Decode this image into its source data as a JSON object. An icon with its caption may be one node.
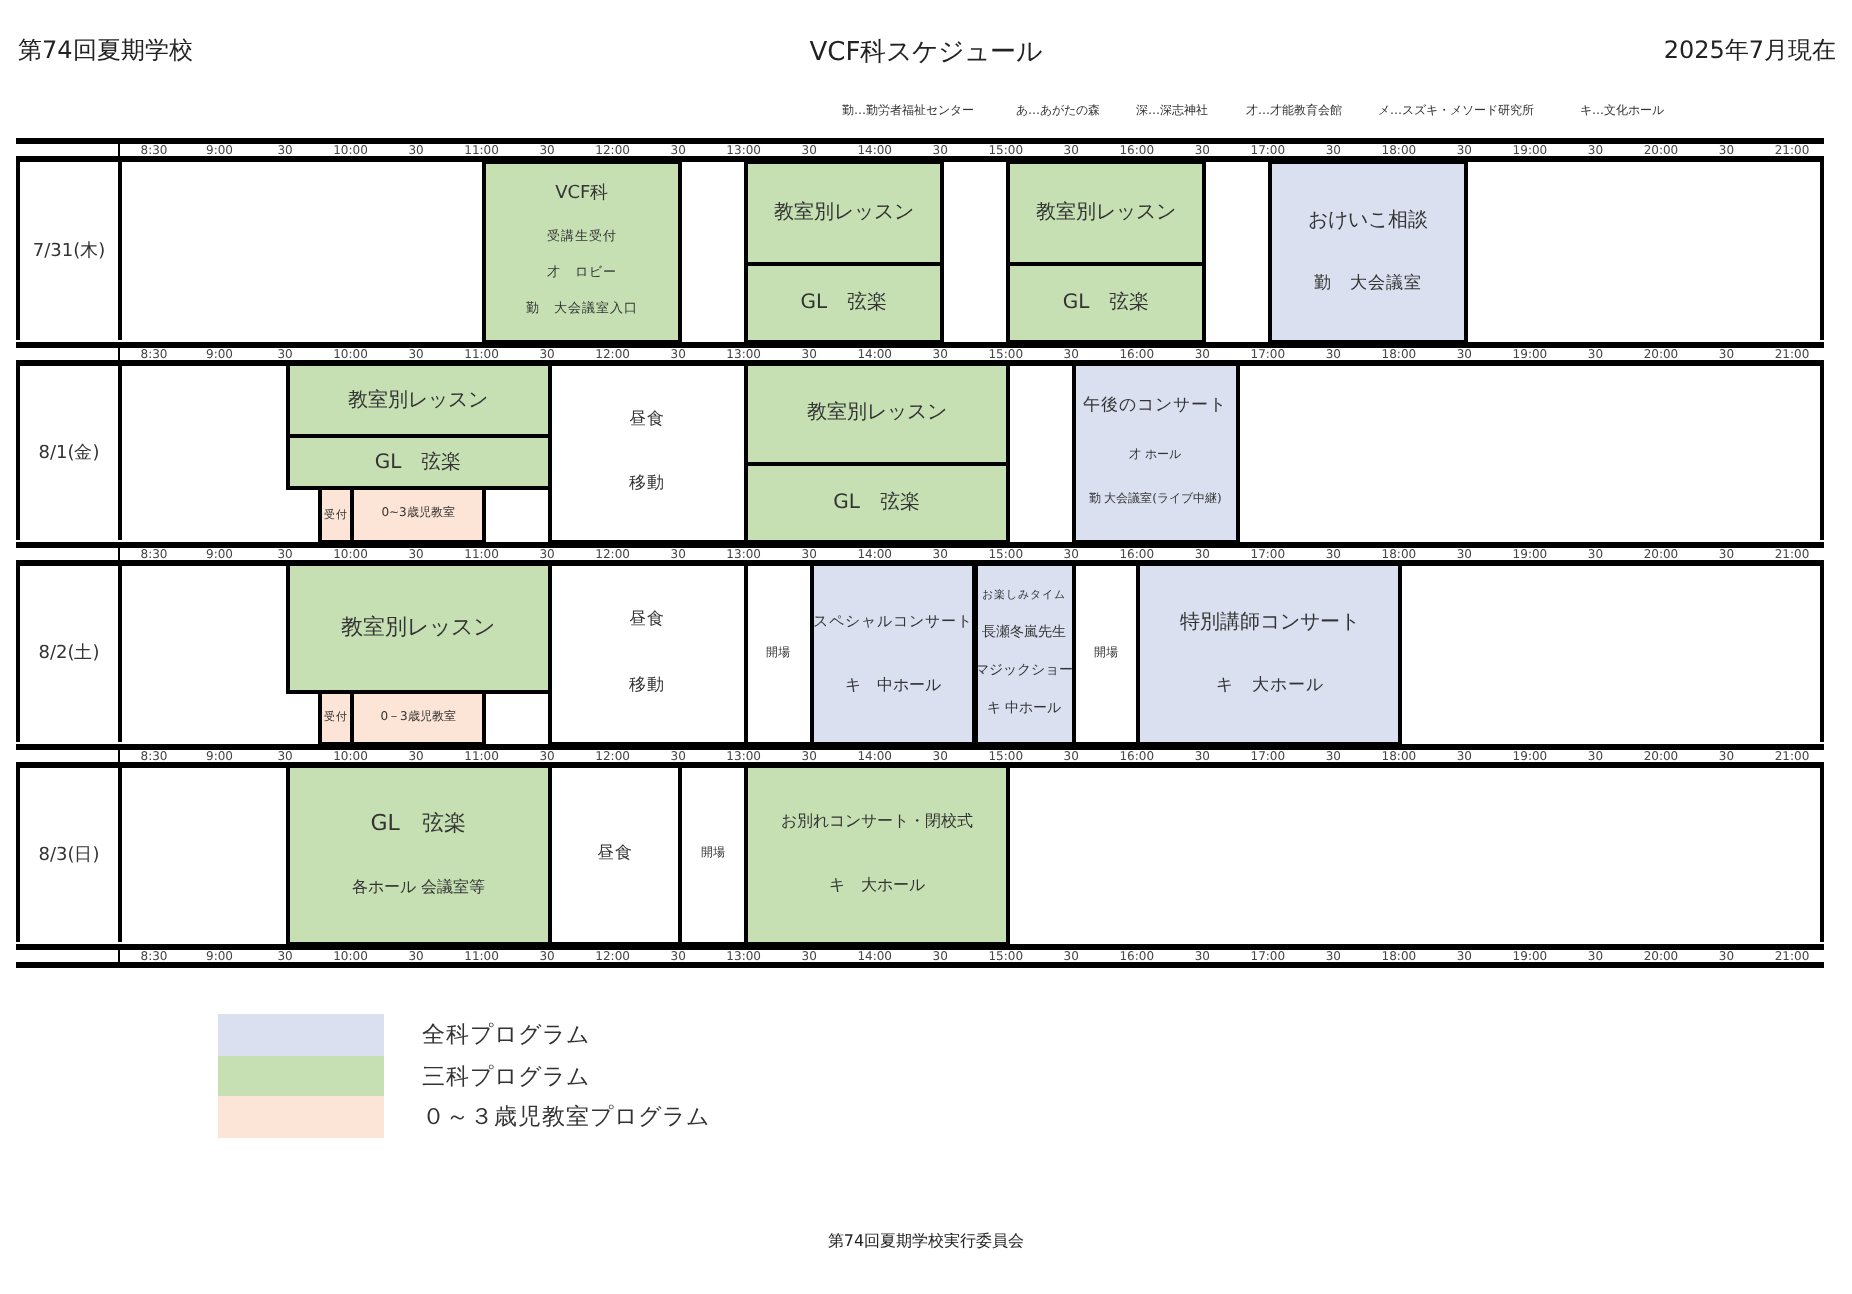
{
  "diagram": {
    "title": "VCF科スケジュール",
    "nodes": [
      {
        "text": [
          "VCF科",
          "受講生受付",
          "才　ロビー",
          "勤　大会議室入口"
        ]
      },
      {
        "text": [
          "教室別レッスン"
        ]
      },
      {
        "text": [
          "GL　弦楽"
        ]
      },
      {
        "text": [
          "教室別レッスン"
        ]
      },
      {
        "text": [
          "GL　弦楽"
        ]
      },
      {
        "text": [
          "おけいこ相談",
          "勤　大会議室"
        ]
      },
      {
        "text": [
          "教室別レッスン"
        ]
      },
      {
        "text": [
          "GL　弦楽"
        ]
      },
      {
        "text": [
          "受付"
        ]
      },
      {
        "text": [
          "0~3歳児教室"
        ]
      },
      {
        "text": [
          "昼食",
          "移動"
        ]
      },
      {
        "text": [
          "教室別レッスン"
        ]
      },
      {
        "text": [
          "GL　弦楽"
        ]
      },
      {
        "text": [
          "午後のコンサート",
          "才 ホール",
          "勤 大会議室(ライブ中継)"
        ]
      },
      {
        "text": [
          "教室別レッスン"
        ]
      },
      {
        "text": [
          "受付"
        ]
      },
      {
        "text": [
          "0－3歳児教室"
        ]
      },
      {
        "text": [
          "昼食",
          "移動"
        ]
      },
      {
        "text": [
          "開場"
        ]
      },
      {
        "text": [
          "スペシャルコンサート",
          "キ　中ホール"
        ]
      },
      {
        "text": [
          "お楽しみタイム",
          "長瀬冬嵐先生",
          "マジックショー",
          "キ 中ホール"
        ]
      },
      {
        "text": [
          "開場"
        ]
      },
      {
        "text": [
          "特別講師コンサート",
          "キ　大ホール"
        ]
      },
      {
        "text": [
          "GL　弦楽",
          "各ホール 会議室等"
        ]
      },
      {
        "text": [
          "昼食"
        ]
      },
      {
        "text": [
          "開場"
        ]
      },
      {
        "text": [
          "お別れコンサート・閉校式",
          "キ　大ホール"
        ]
      }
    ],
    "labels": [
      "第74回夏期学校",
      "2025年7月現在",
      "勤…勤労者福祉センター",
      "あ…あがたの森",
      "深…深志神社",
      "才…才能教育会館",
      "メ…スズキ・メソード研究所",
      "キ…文化ホール",
      "8:30",
      "9:00",
      "30",
      "10:00",
      "30",
      "11:00",
      "30",
      "12:00",
      "30",
      "13:00",
      "30",
      "14:00",
      "30",
      "15:00",
      "30",
      "16:00",
      "30",
      "17:00",
      "30",
      "18:00",
      "30",
      "19:00",
      "30",
      "20:00",
      "30",
      "21:00",
      "7/31(木)",
      "8:30",
      "9:00",
      "30",
      "10:00",
      "30",
      "11:00",
      "30",
      "12:00",
      "30",
      "13:00",
      "30",
      "14:00",
      "30",
      "15:00",
      "30",
      "16:00",
      "30",
      "17:00",
      "30",
      "18:00",
      "30",
      "19:00",
      "30",
      "20:00",
      "30",
      "21:00",
      "8/1(金)",
      "8:30",
      "9:00",
      "30",
      "10:00",
      "30",
      "11:00",
      "30",
      "12:00",
      "30",
      "13:00",
      "30",
      "14:00",
      "30",
      "15:00",
      "30",
      "16:00",
      "30",
      "17:00",
      "30",
      "18:00",
      "30",
      "19:00",
      "30",
      "20:00",
      "30",
      "21:00",
      "8/2(土)",
      "8:30",
      "9:00",
      "30",
      "10:00",
      "30",
      "11:00",
      "30",
      "12:00",
      "30",
      "13:00",
      "30",
      "14:00",
      "30",
      "15:00",
      "30",
      "16:00",
      "30",
      "17:00",
      "30",
      "18:00",
      "30",
      "19:00",
      "30",
      "20:00",
      "30",
      "21:00",
      "8/3(日)",
      "8:30",
      "9:00",
      "30",
      "10:00",
      "30",
      "11:00",
      "30",
      "12:00",
      "30",
      "13:00",
      "30",
      "14:00",
      "30",
      "15:00",
      "30",
      "16:00",
      "30",
      "17:00",
      "30",
      "18:00",
      "30",
      "19:00",
      "30",
      "20:00",
      "30",
      "21:00",
      "第74回夏期学校実行委員会"
    ],
    "legend": [
      {
        "text": "全科プログラム",
        "color": "#dae0f0"
      },
      {
        "text": "三科プログラム",
        "color": "#c6e0b4"
      },
      {
        "text": "０～３歳児教室プログラム",
        "color": "#fce4d6"
      }
    ]
  }
}
